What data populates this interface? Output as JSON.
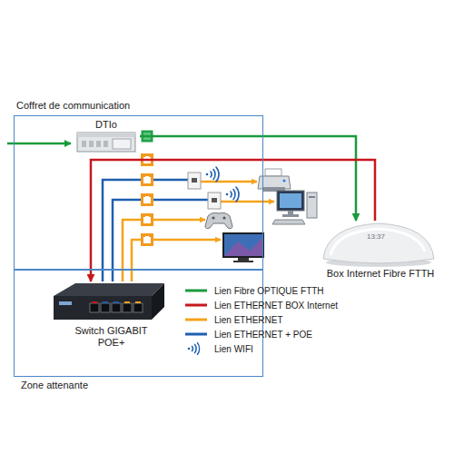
{
  "diagram": {
    "nodes": [
      {
        "text": [
          "Coffret de communication"
        ]
      },
      {
        "text": [
          "DTIo"
        ],
        "in": 0
      },
      {
        "text": [
          "Zone attenante"
        ]
      },
      {
        "text": [
          "Switch GIGABIT POE+"
        ],
        "in": 2
      },
      {
        "text": [
          "Box Internet Fibre FTTH"
        ]
      }
    ],
    "edges": [
      {
        "from": 1,
        "to": 4,
        "arrow": "to"
      },
      {
        "from": 4,
        "to": 3,
        "arrow": "to"
      }
    ],
    "labels": [
      "13:37"
    ],
    "legend": [
      {
        "text": "Lien Fibre OPTIQUE FTTH",
        "color": "#1a9b3c"
      },
      {
        "text": "Lien ETHERNET BOX Internet",
        "color": "#c8161d"
      },
      {
        "text": "Lien ETHERNET",
        "color": "#f5a31a"
      },
      {
        "text": "Lien ETHERNET + POE",
        "color": "#1f5fb0"
      },
      {
        "text": "Lien WIFI"
      }
    ]
  }
}
